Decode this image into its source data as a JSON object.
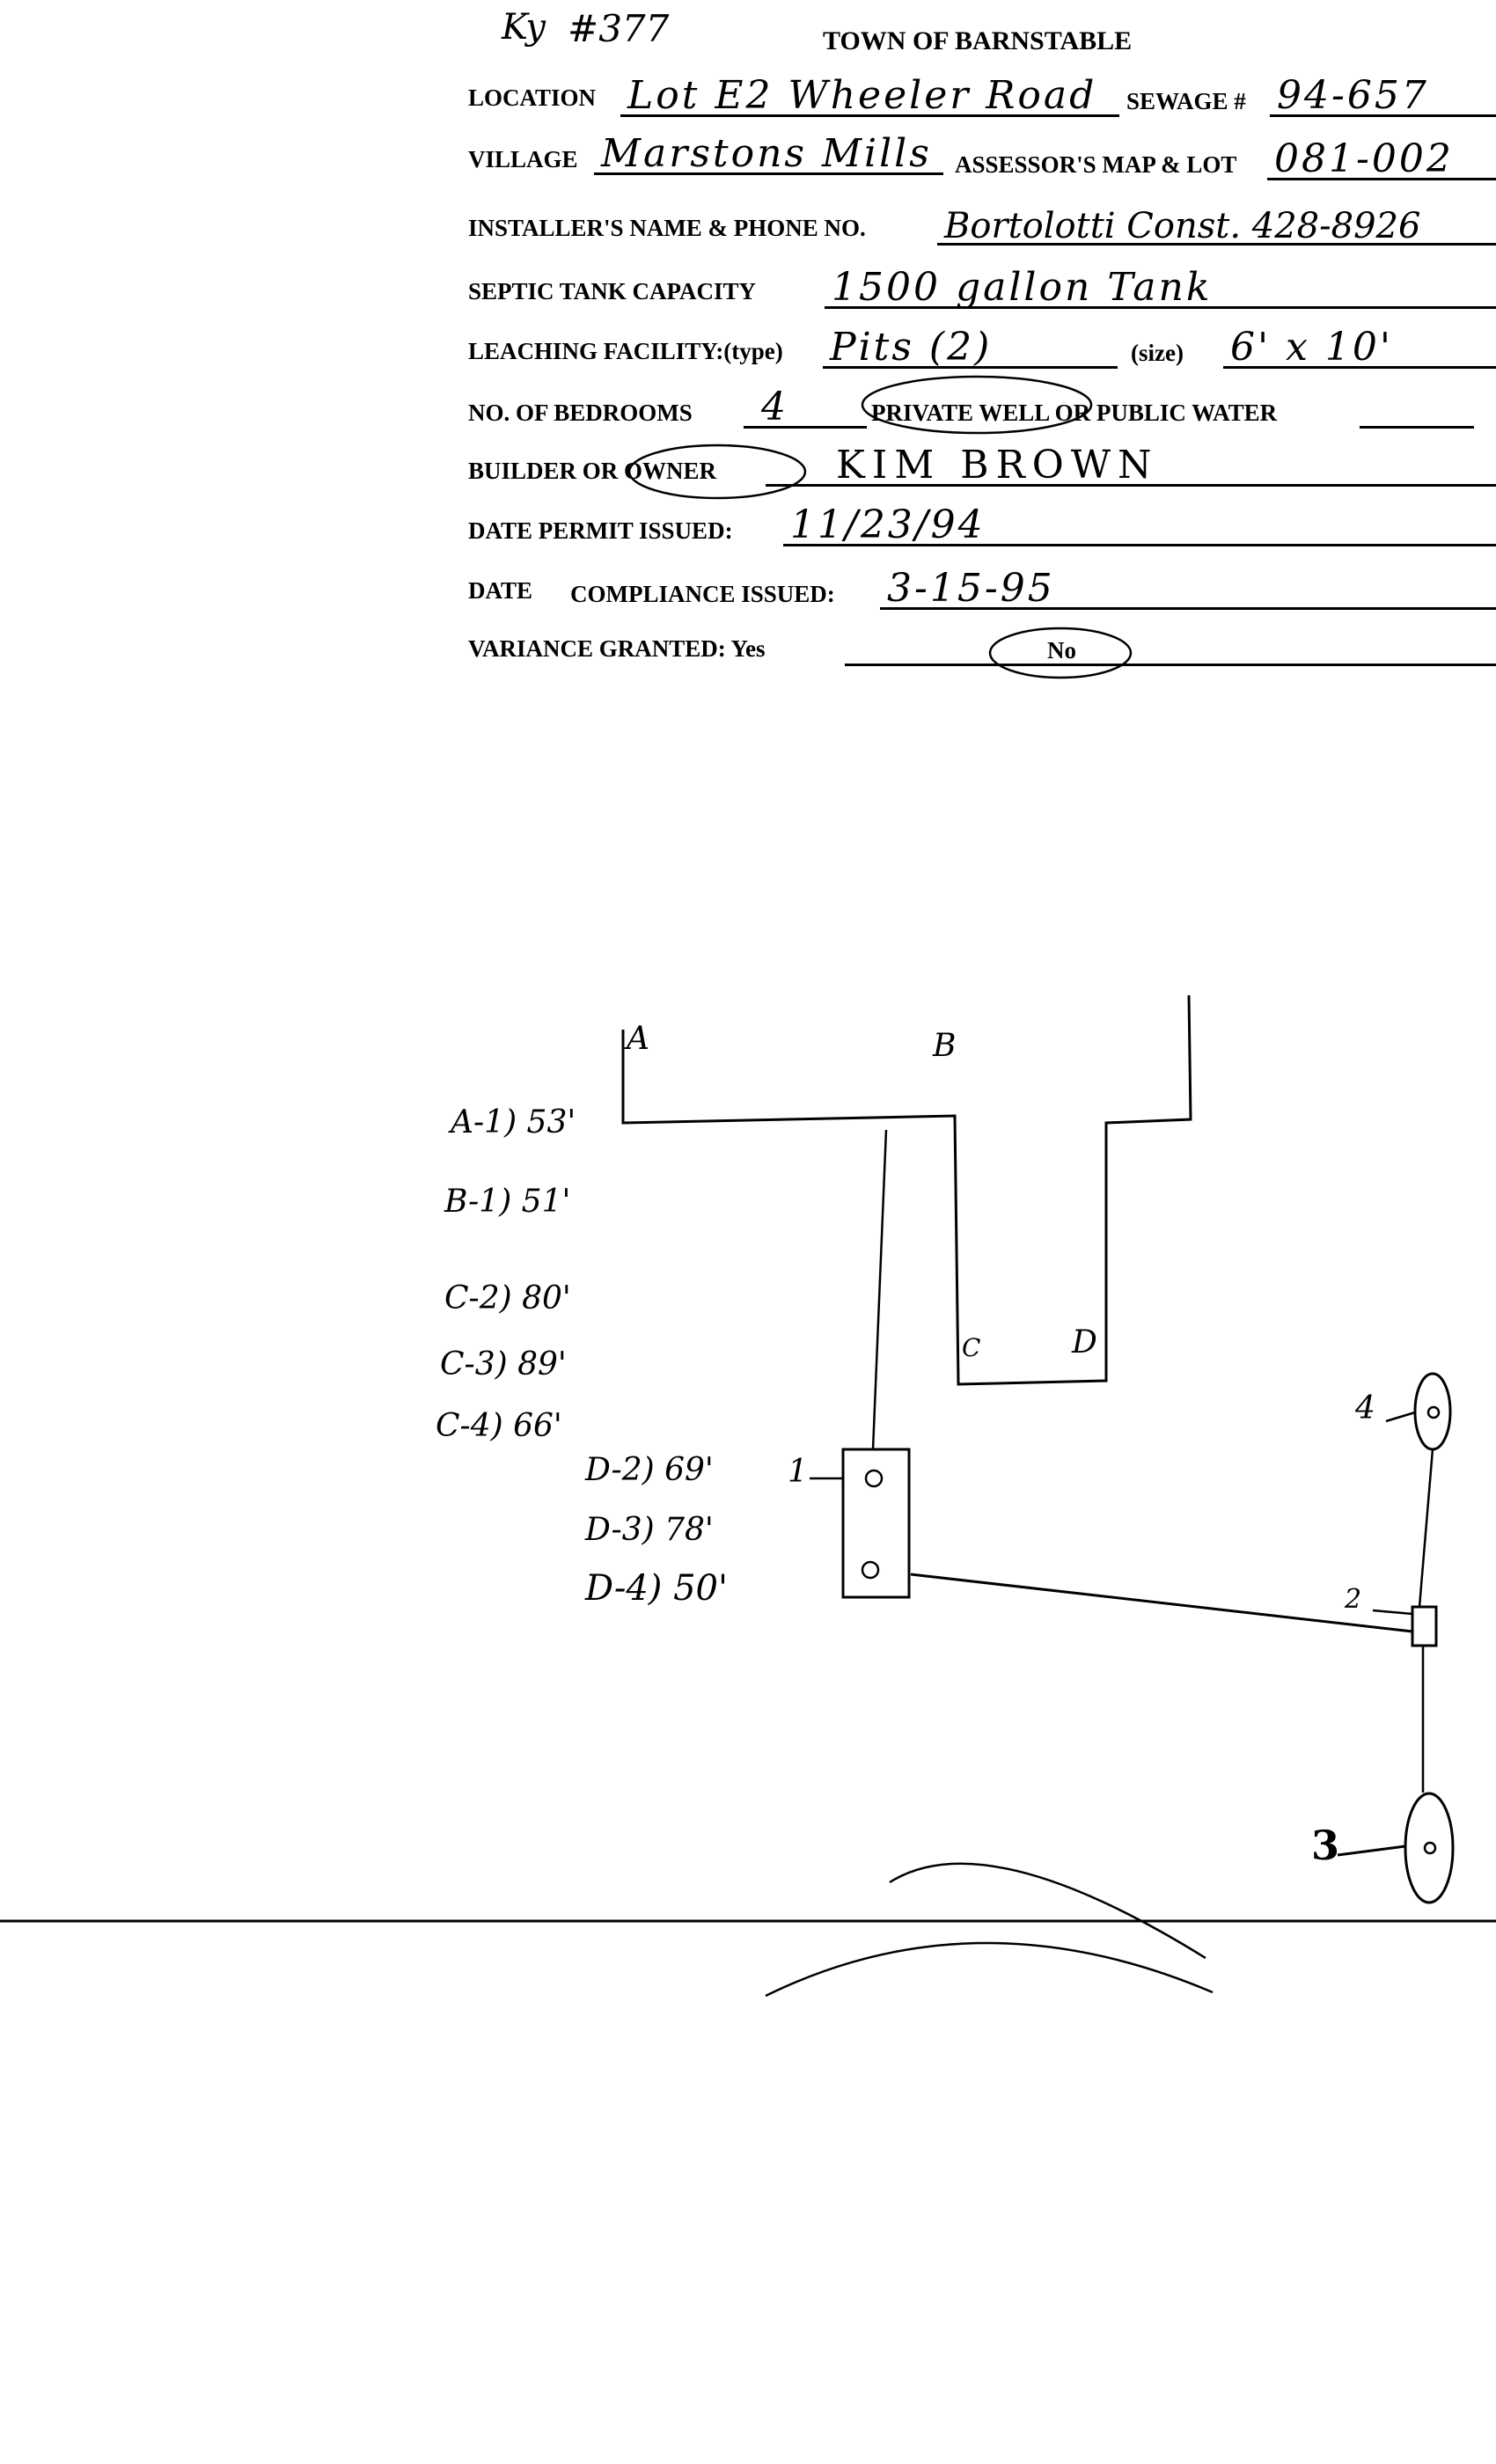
{
  "header": {
    "file_number": "#377",
    "initials": "Ky",
    "title": "TOWN OF BARNSTABLE"
  },
  "form": {
    "location": {
      "label": "LOCATION",
      "value": "Lot E2 Wheeler Road"
    },
    "sewage": {
      "label": "SEWAGE #",
      "value": "94-657"
    },
    "village": {
      "label": "VILLAGE",
      "value": "Marstons Mills"
    },
    "assessor": {
      "label": "ASSESSOR'S MAP & LOT",
      "value": "081-002"
    },
    "installer": {
      "label": "INSTALLER'S NAME & PHONE NO.",
      "value": "Bortolotti Const. 428-8926"
    },
    "septic": {
      "label": "SEPTIC TANK CAPACITY",
      "value": "1500 gallon Tank"
    },
    "leaching": {
      "label": "LEACHING FACILITY:(type)",
      "value": "Pits (2)"
    },
    "size": {
      "label": "(size)",
      "value": "6' x 10'"
    },
    "bedrooms": {
      "label": "NO. OF BEDROOMS",
      "value": "4"
    },
    "water": {
      "label": "PRIVATE WELL OR PUBLIC WATER",
      "value": ""
    },
    "builder": {
      "label": "BUILDER OR OWNER",
      "value": "KIM BROWN"
    },
    "permit": {
      "label": "DATE PERMIT ISSUED:",
      "value": "11/23/94"
    },
    "compliance": {
      "label_a": "DATE",
      "label_b": "COMPLIANCE ISSUED:",
      "value": "3-15-95"
    },
    "variance": {
      "label": "VARIANCE GRANTED:  Yes",
      "no": "No"
    }
  },
  "diagram": {
    "corners": [
      "A",
      "B",
      "C",
      "D"
    ],
    "points": [
      "1",
      "2",
      "3",
      "4"
    ],
    "distances": [
      "A-1)  53'",
      "B-1)  51'",
      "C-2) 80'",
      "C-3) 89'",
      "C-4) 66'",
      "D-2) 69'",
      "D-3) 78'",
      "D-4) 50'"
    ]
  }
}
